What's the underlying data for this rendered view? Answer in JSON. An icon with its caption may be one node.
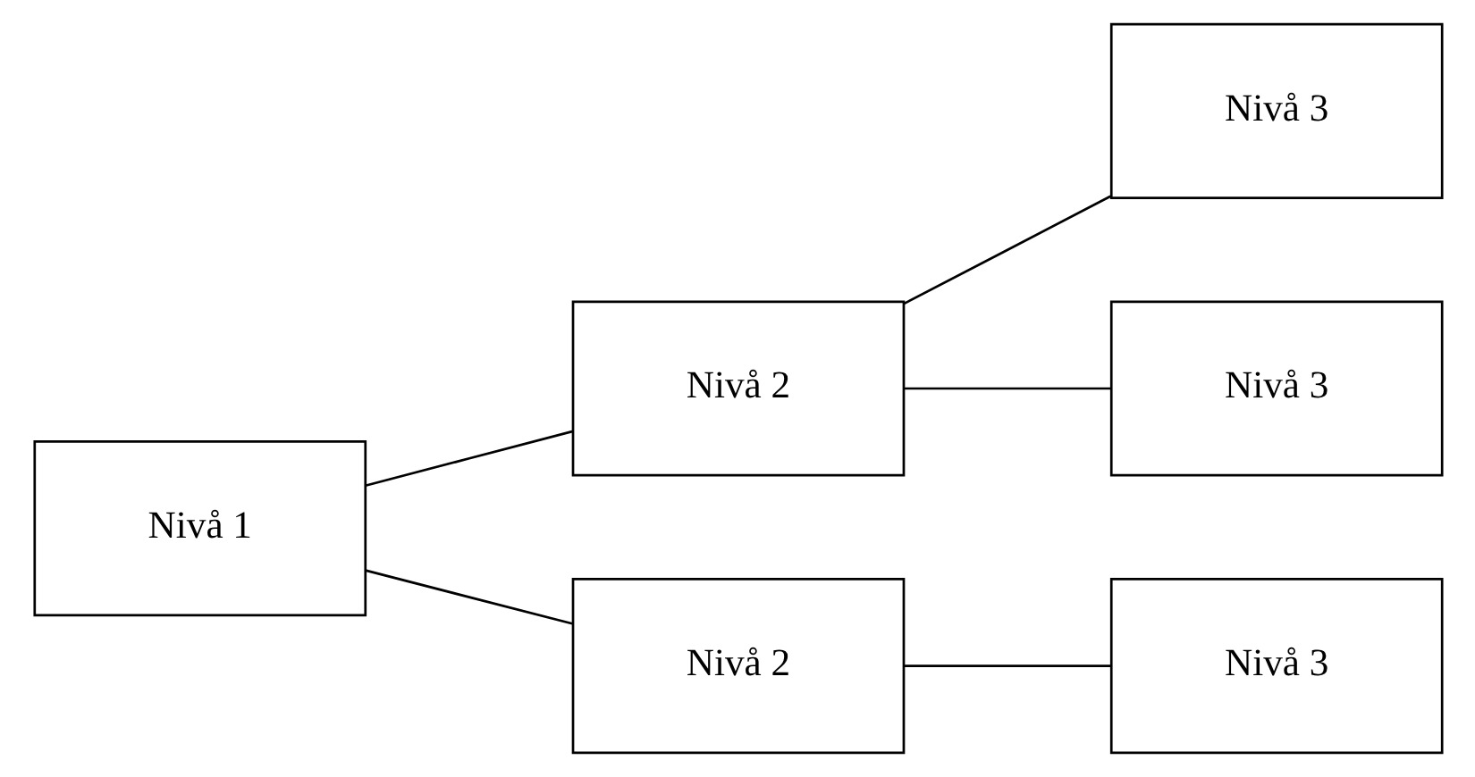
{
  "diagram": {
    "nodes": [
      {
        "text": [
          "Nivå 1"
        ]
      },
      {
        "text": [
          "Nivå 2"
        ]
      },
      {
        "text": [
          "Nivå 2"
        ]
      },
      {
        "text": [
          "Nivå 3"
        ]
      },
      {
        "text": [
          "Nivå 3"
        ]
      },
      {
        "text": [
          "Nivå 3"
        ]
      }
    ],
    "edges": [
      {
        "from": 0,
        "to": 1,
        "arrow": "none"
      },
      {
        "from": 0,
        "to": 2,
        "arrow": "none"
      },
      {
        "from": 1,
        "to": 3,
        "arrow": "none"
      },
      {
        "from": 1,
        "to": 4,
        "arrow": "none"
      },
      {
        "from": 2,
        "to": 5,
        "arrow": "none"
      }
    ]
  }
}
